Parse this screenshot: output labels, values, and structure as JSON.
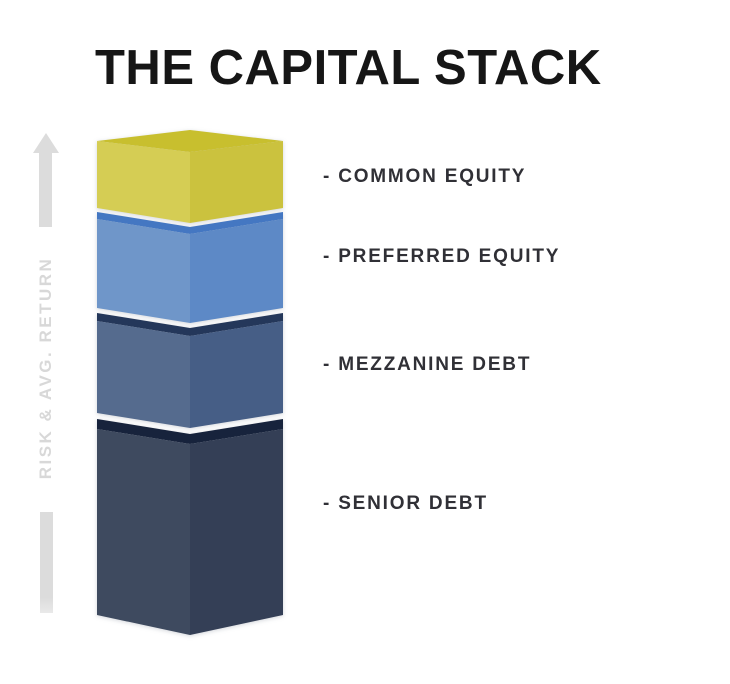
{
  "title": "THE CAPITAL STACK",
  "axis": {
    "label": "RISK & AVG. RETURN",
    "color": "#dcdcdc"
  },
  "stack": {
    "layers": [
      {
        "name": "common-equity",
        "label": "- COMMON EQUITY",
        "colors": {
          "top": "#c8bf2e",
          "left": "#d5cd54",
          "right": "#cbc23e"
        }
      },
      {
        "name": "preferred-equity",
        "label": "- PREFERRED EQUITY",
        "colors": {
          "top": "#4477c2",
          "left": "#6f96c9",
          "right": "#5d89c6"
        }
      },
      {
        "name": "mezzanine-debt",
        "label": "- MEZZANINE DEBT",
        "colors": {
          "top": "#24375a",
          "left": "#556b8e",
          "right": "#465e86"
        }
      },
      {
        "name": "senior-debt",
        "label": "- SENIOR DEBT",
        "colors": {
          "top": "#17233c",
          "left": "#3e4a5f",
          "right": "#343f56"
        }
      }
    ]
  }
}
